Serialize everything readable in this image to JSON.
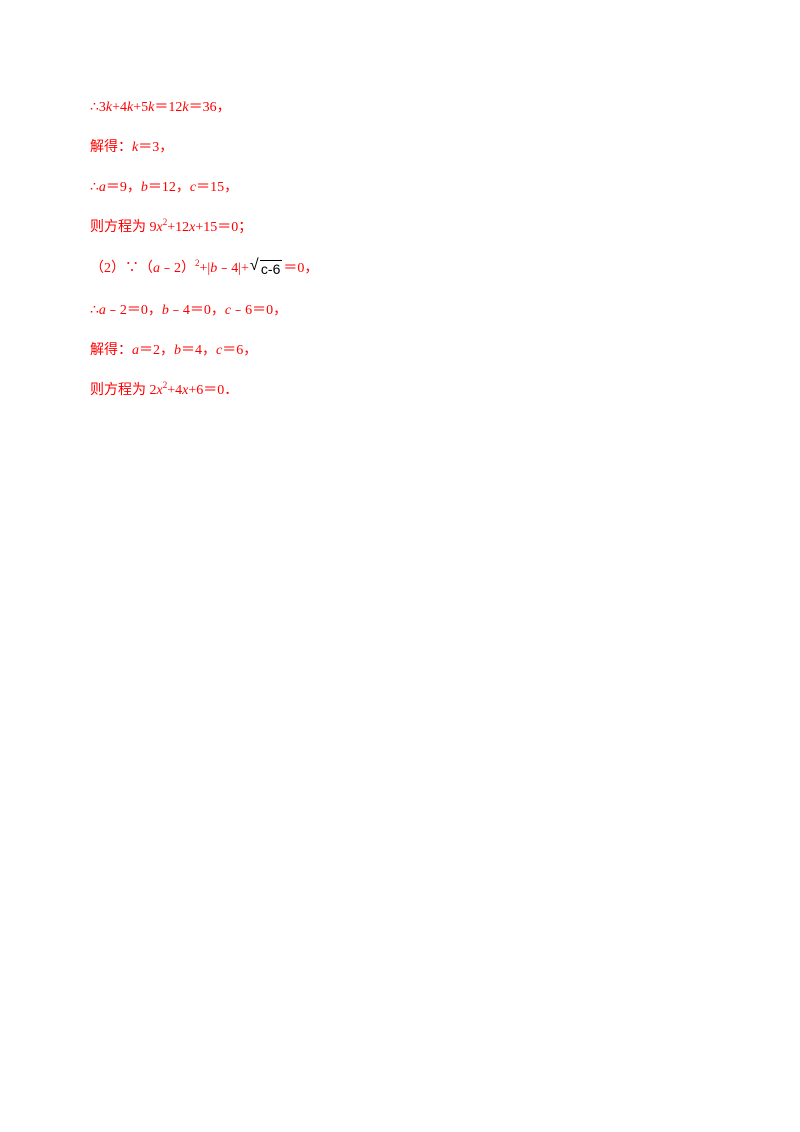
{
  "lines": [
    {
      "segments": [
        {
          "t": "∴3",
          "i": false
        },
        {
          "t": "k",
          "i": true
        },
        {
          "t": "+4",
          "i": false
        },
        {
          "t": "k",
          "i": true
        },
        {
          "t": "+5",
          "i": false
        },
        {
          "t": "k",
          "i": true
        },
        {
          "t": "＝12",
          "i": false
        },
        {
          "t": "k",
          "i": true
        },
        {
          "t": "＝36，",
          "i": false
        }
      ]
    },
    {
      "segments": [
        {
          "t": "解得：",
          "i": false
        },
        {
          "t": "k",
          "i": true
        },
        {
          "t": "＝3，",
          "i": false
        }
      ]
    },
    {
      "segments": [
        {
          "t": "∴",
          "i": false
        },
        {
          "t": "a",
          "i": true
        },
        {
          "t": "＝9，",
          "i": false
        },
        {
          "t": "b",
          "i": true
        },
        {
          "t": "＝12，",
          "i": false
        },
        {
          "t": "c",
          "i": true
        },
        {
          "t": "＝15，",
          "i": false
        }
      ]
    },
    {
      "segments": [
        {
          "t": "则方程为 9",
          "i": false
        },
        {
          "t": "x",
          "i": true
        },
        {
          "t": "2",
          "sup": true
        },
        {
          "t": "+12",
          "i": false
        },
        {
          "t": "x",
          "i": true
        },
        {
          "t": "+15＝0；",
          "i": false
        }
      ]
    },
    {
      "segments": [
        {
          "t": "（2）∵（",
          "i": false
        },
        {
          "t": "a",
          "i": true
        },
        {
          "t": "﹣2）",
          "i": false
        },
        {
          "t": "2",
          "sup": true
        },
        {
          "t": "+|",
          "i": false
        },
        {
          "t": "b",
          "i": true
        },
        {
          "t": "﹣4|+",
          "i": false
        },
        {
          "sqrt": "c-6"
        },
        {
          "t": "＝0，",
          "i": false
        }
      ]
    },
    {
      "segments": [
        {
          "t": "∴",
          "i": false
        },
        {
          "t": "a",
          "i": true
        },
        {
          "t": "﹣2＝0，",
          "i": false
        },
        {
          "t": "b",
          "i": true
        },
        {
          "t": "﹣4＝0，",
          "i": false
        },
        {
          "t": "c",
          "i": true
        },
        {
          "t": "﹣6＝0，",
          "i": false
        }
      ]
    },
    {
      "segments": [
        {
          "t": "解得：",
          "i": false
        },
        {
          "t": "a",
          "i": true
        },
        {
          "t": "＝2，",
          "i": false
        },
        {
          "t": "b",
          "i": true
        },
        {
          "t": "＝4，",
          "i": false
        },
        {
          "t": "c",
          "i": true
        },
        {
          "t": "＝6，",
          "i": false
        }
      ]
    },
    {
      "segments": [
        {
          "t": "则方程为 2",
          "i": false
        },
        {
          "t": "x",
          "i": true
        },
        {
          "t": "2",
          "sup": true
        },
        {
          "t": "+4",
          "i": false
        },
        {
          "t": "x",
          "i": true
        },
        {
          "t": "+6＝0．",
          "i": false
        }
      ]
    }
  ],
  "colors": {
    "text": "#ff0000",
    "formula_image": "#000000"
  }
}
